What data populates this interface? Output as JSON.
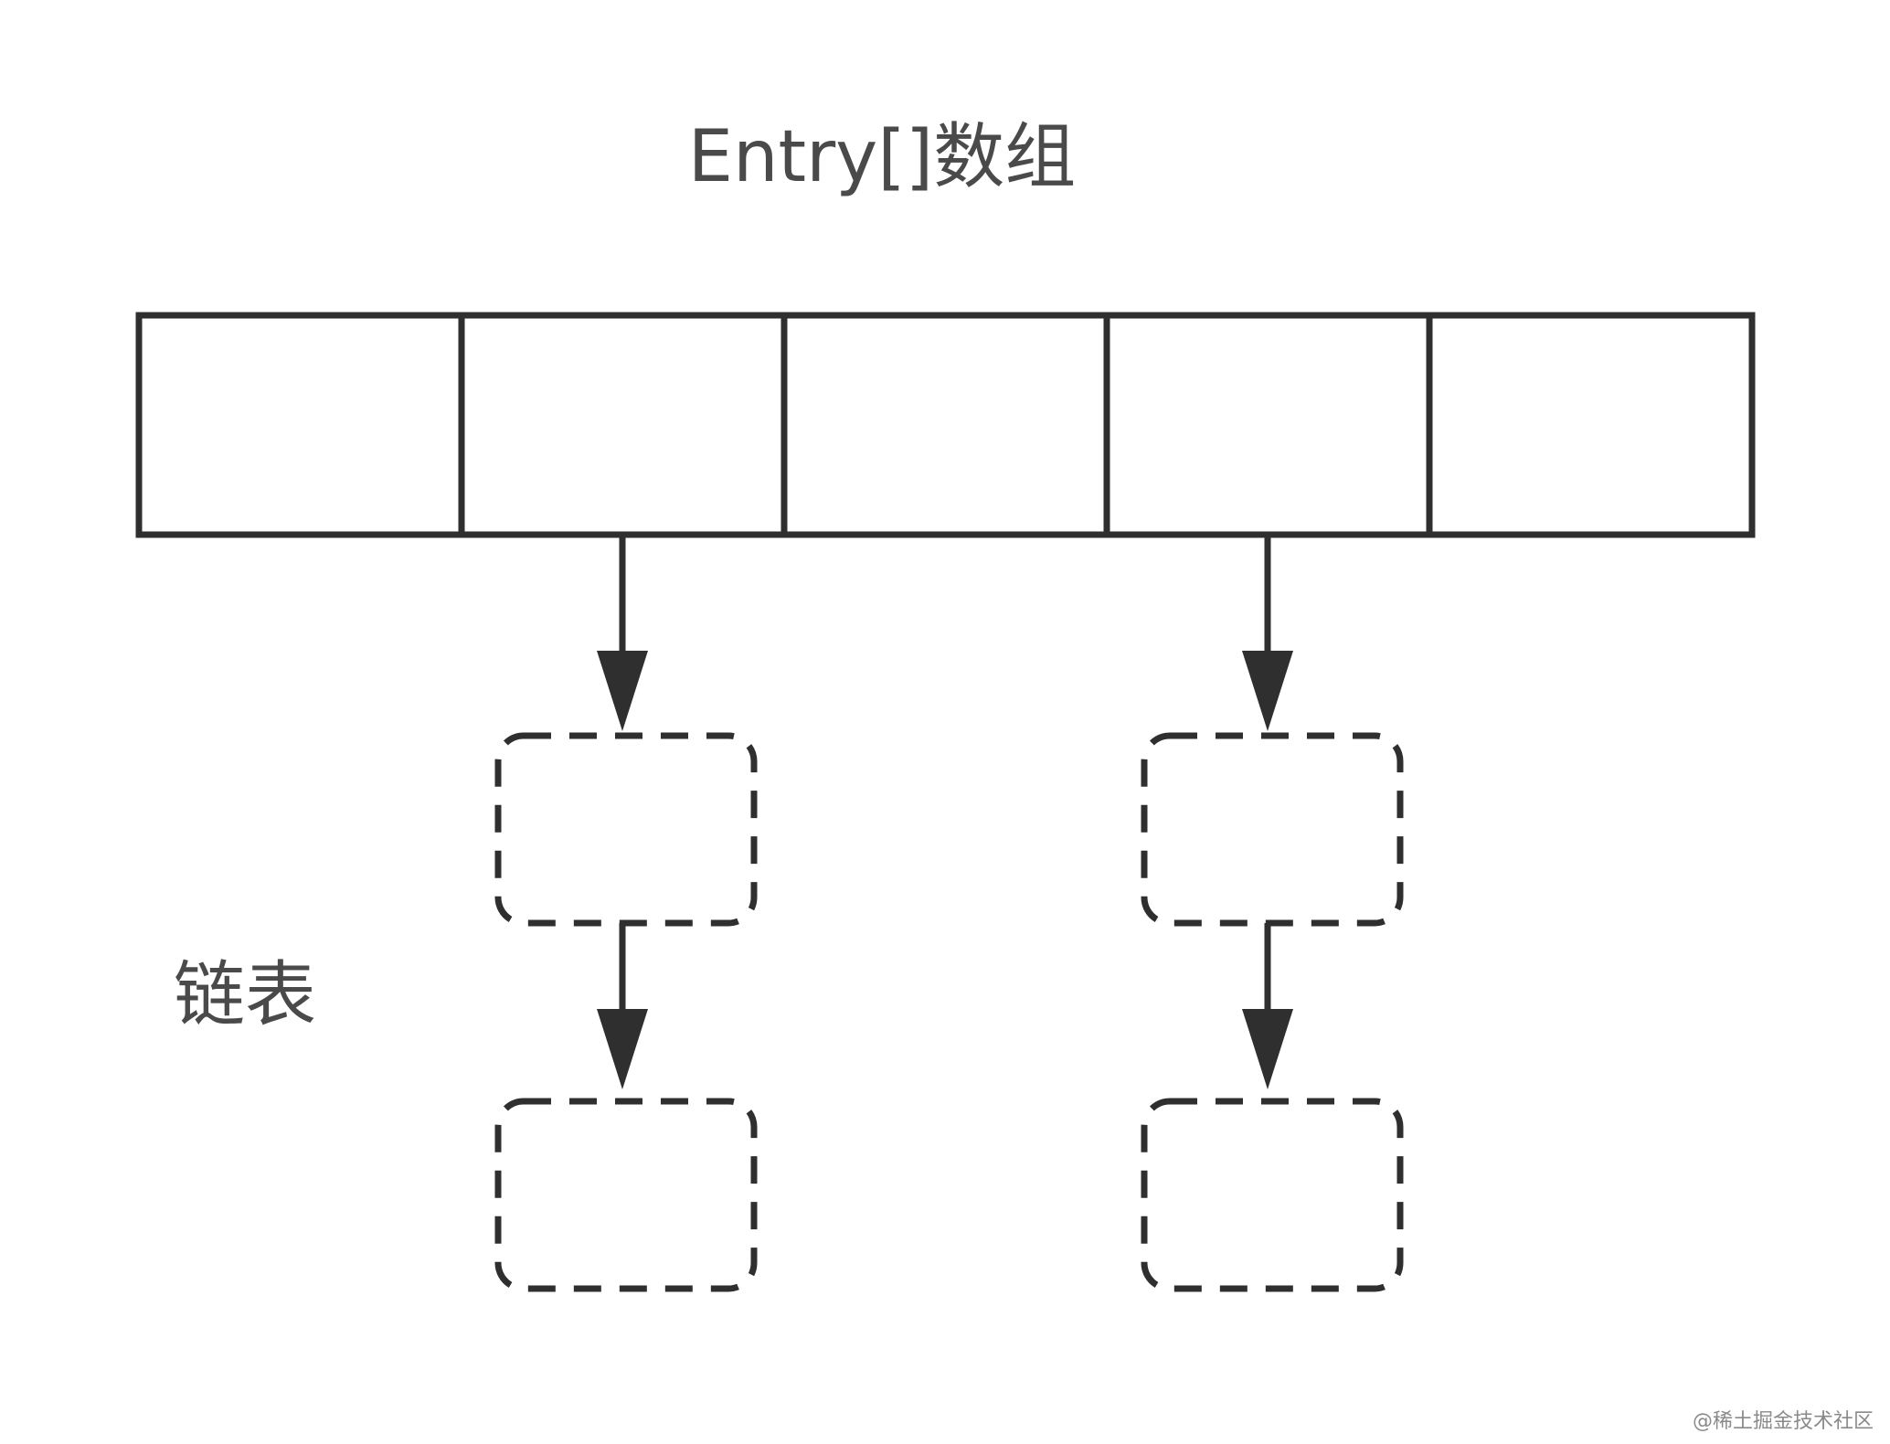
{
  "diagram": {
    "title": "Entry[]数组",
    "array": {
      "cells": [
        {
          "id": "cell-1",
          "has_chain": false
        },
        {
          "id": "cell-2",
          "has_chain": true
        },
        {
          "id": "cell-3",
          "has_chain": false
        },
        {
          "id": "cell-4",
          "has_chain": true
        },
        {
          "id": "cell-5",
          "has_chain": false
        }
      ]
    },
    "linked_list_label": "链表",
    "chains": [
      {
        "from_cell": "cell-2",
        "node_count": 2
      },
      {
        "from_cell": "cell-4",
        "node_count": 2
      }
    ],
    "colors": {
      "stroke": "#2f2f2f",
      "text": "#4a4a4a",
      "background": "#ffffff"
    }
  },
  "watermark": {
    "text": "@稀土掘金技术社区"
  }
}
